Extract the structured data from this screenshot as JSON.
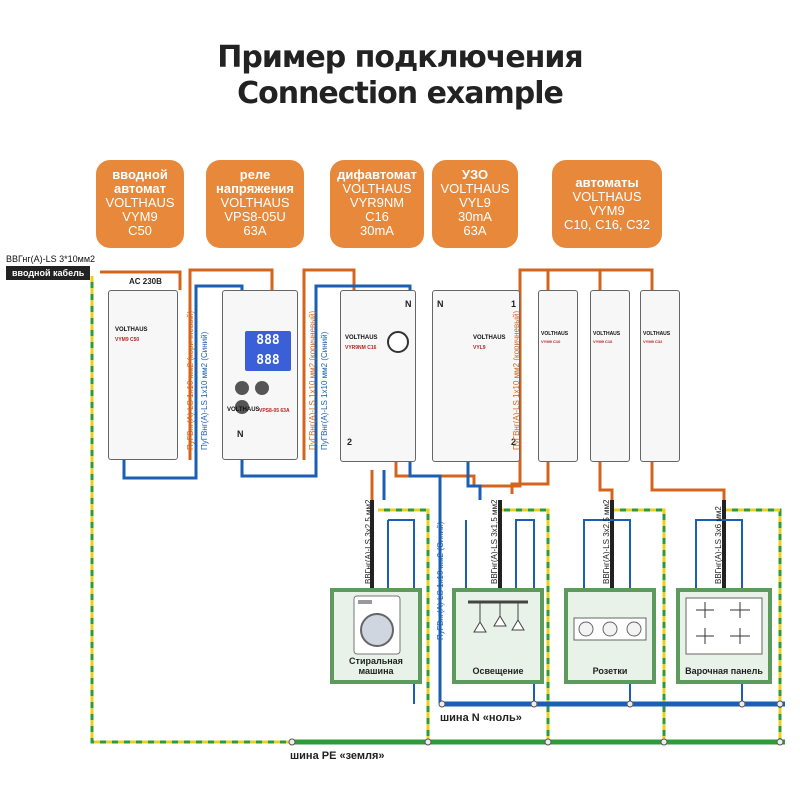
{
  "title": {
    "ru": "Пример подключения",
    "en": "Connection example"
  },
  "labels": [
    {
      "lines": [
        "вводной",
        "автомат",
        "VOLTHAUS",
        "VYM9",
        "C50"
      ]
    },
    {
      "lines": [
        "реле",
        "напряжения",
        "VOLTHAUS",
        "VPS8-05U",
        "63A"
      ]
    },
    {
      "lines": [
        "дифавтомат",
        "VOLTHAUS",
        "VYR9NM",
        "C16",
        "30mA"
      ]
    },
    {
      "lines": [
        "УЗО",
        "VOLTHAUS",
        "VYL9",
        "30mA",
        "63A"
      ]
    },
    {
      "lines": [
        "автоматы",
        "VOLTHAUS",
        "VYM9",
        "C10, C16, C32"
      ]
    }
  ],
  "input_cable": {
    "spec": "ВВГнг(А)-LS 3*10мм2",
    "label": "вводной кабель",
    "ac": "AC 230В"
  },
  "wires": {
    "pug_brown": "ПуГВнг(А)-LS 1х10 мм2 (коричневый)",
    "pug_blue": "ПуГВнг(А)-LS 1х10 мм2 (Синий)",
    "vvg_25": "ВВГнг(А)-LS 3х2,5 мм2",
    "vvg_15": "ВВГнг(А)-LS 3х1,5 мм2",
    "vvg_6": "ВВГнг(А)-LS 3х6 мм2"
  },
  "loads": [
    {
      "name": "Стиральная машина"
    },
    {
      "name": "Освещение"
    },
    {
      "name": "Розетки"
    },
    {
      "name": "Варочная панель"
    }
  ],
  "buses": {
    "n": "шина N «ноль»",
    "pe": "шина PE «земля»"
  },
  "device_text": {
    "brand": "VOLTHAUS",
    "relay_model": "VPS8-05 63A",
    "vym9_c50": "VYM9 C50",
    "vyr9nm": "VYR9NM C16",
    "vyl9": "VYL9",
    "vym9_c10": "VYM9 C10",
    "vym9_c16": "VYM9 C16",
    "vym9_c32": "VYM9 C32",
    "term_n": "N",
    "term_1": "1",
    "term_2": "2",
    "display_val": "888"
  },
  "colors": {
    "label_bg": "#e8883a",
    "phase": "#d4641c",
    "neutral": "#1a5fb4",
    "pe_green": "#2e9b3a",
    "pe_yellow": "#e6d21e",
    "load_border": "#5d9a5d"
  }
}
